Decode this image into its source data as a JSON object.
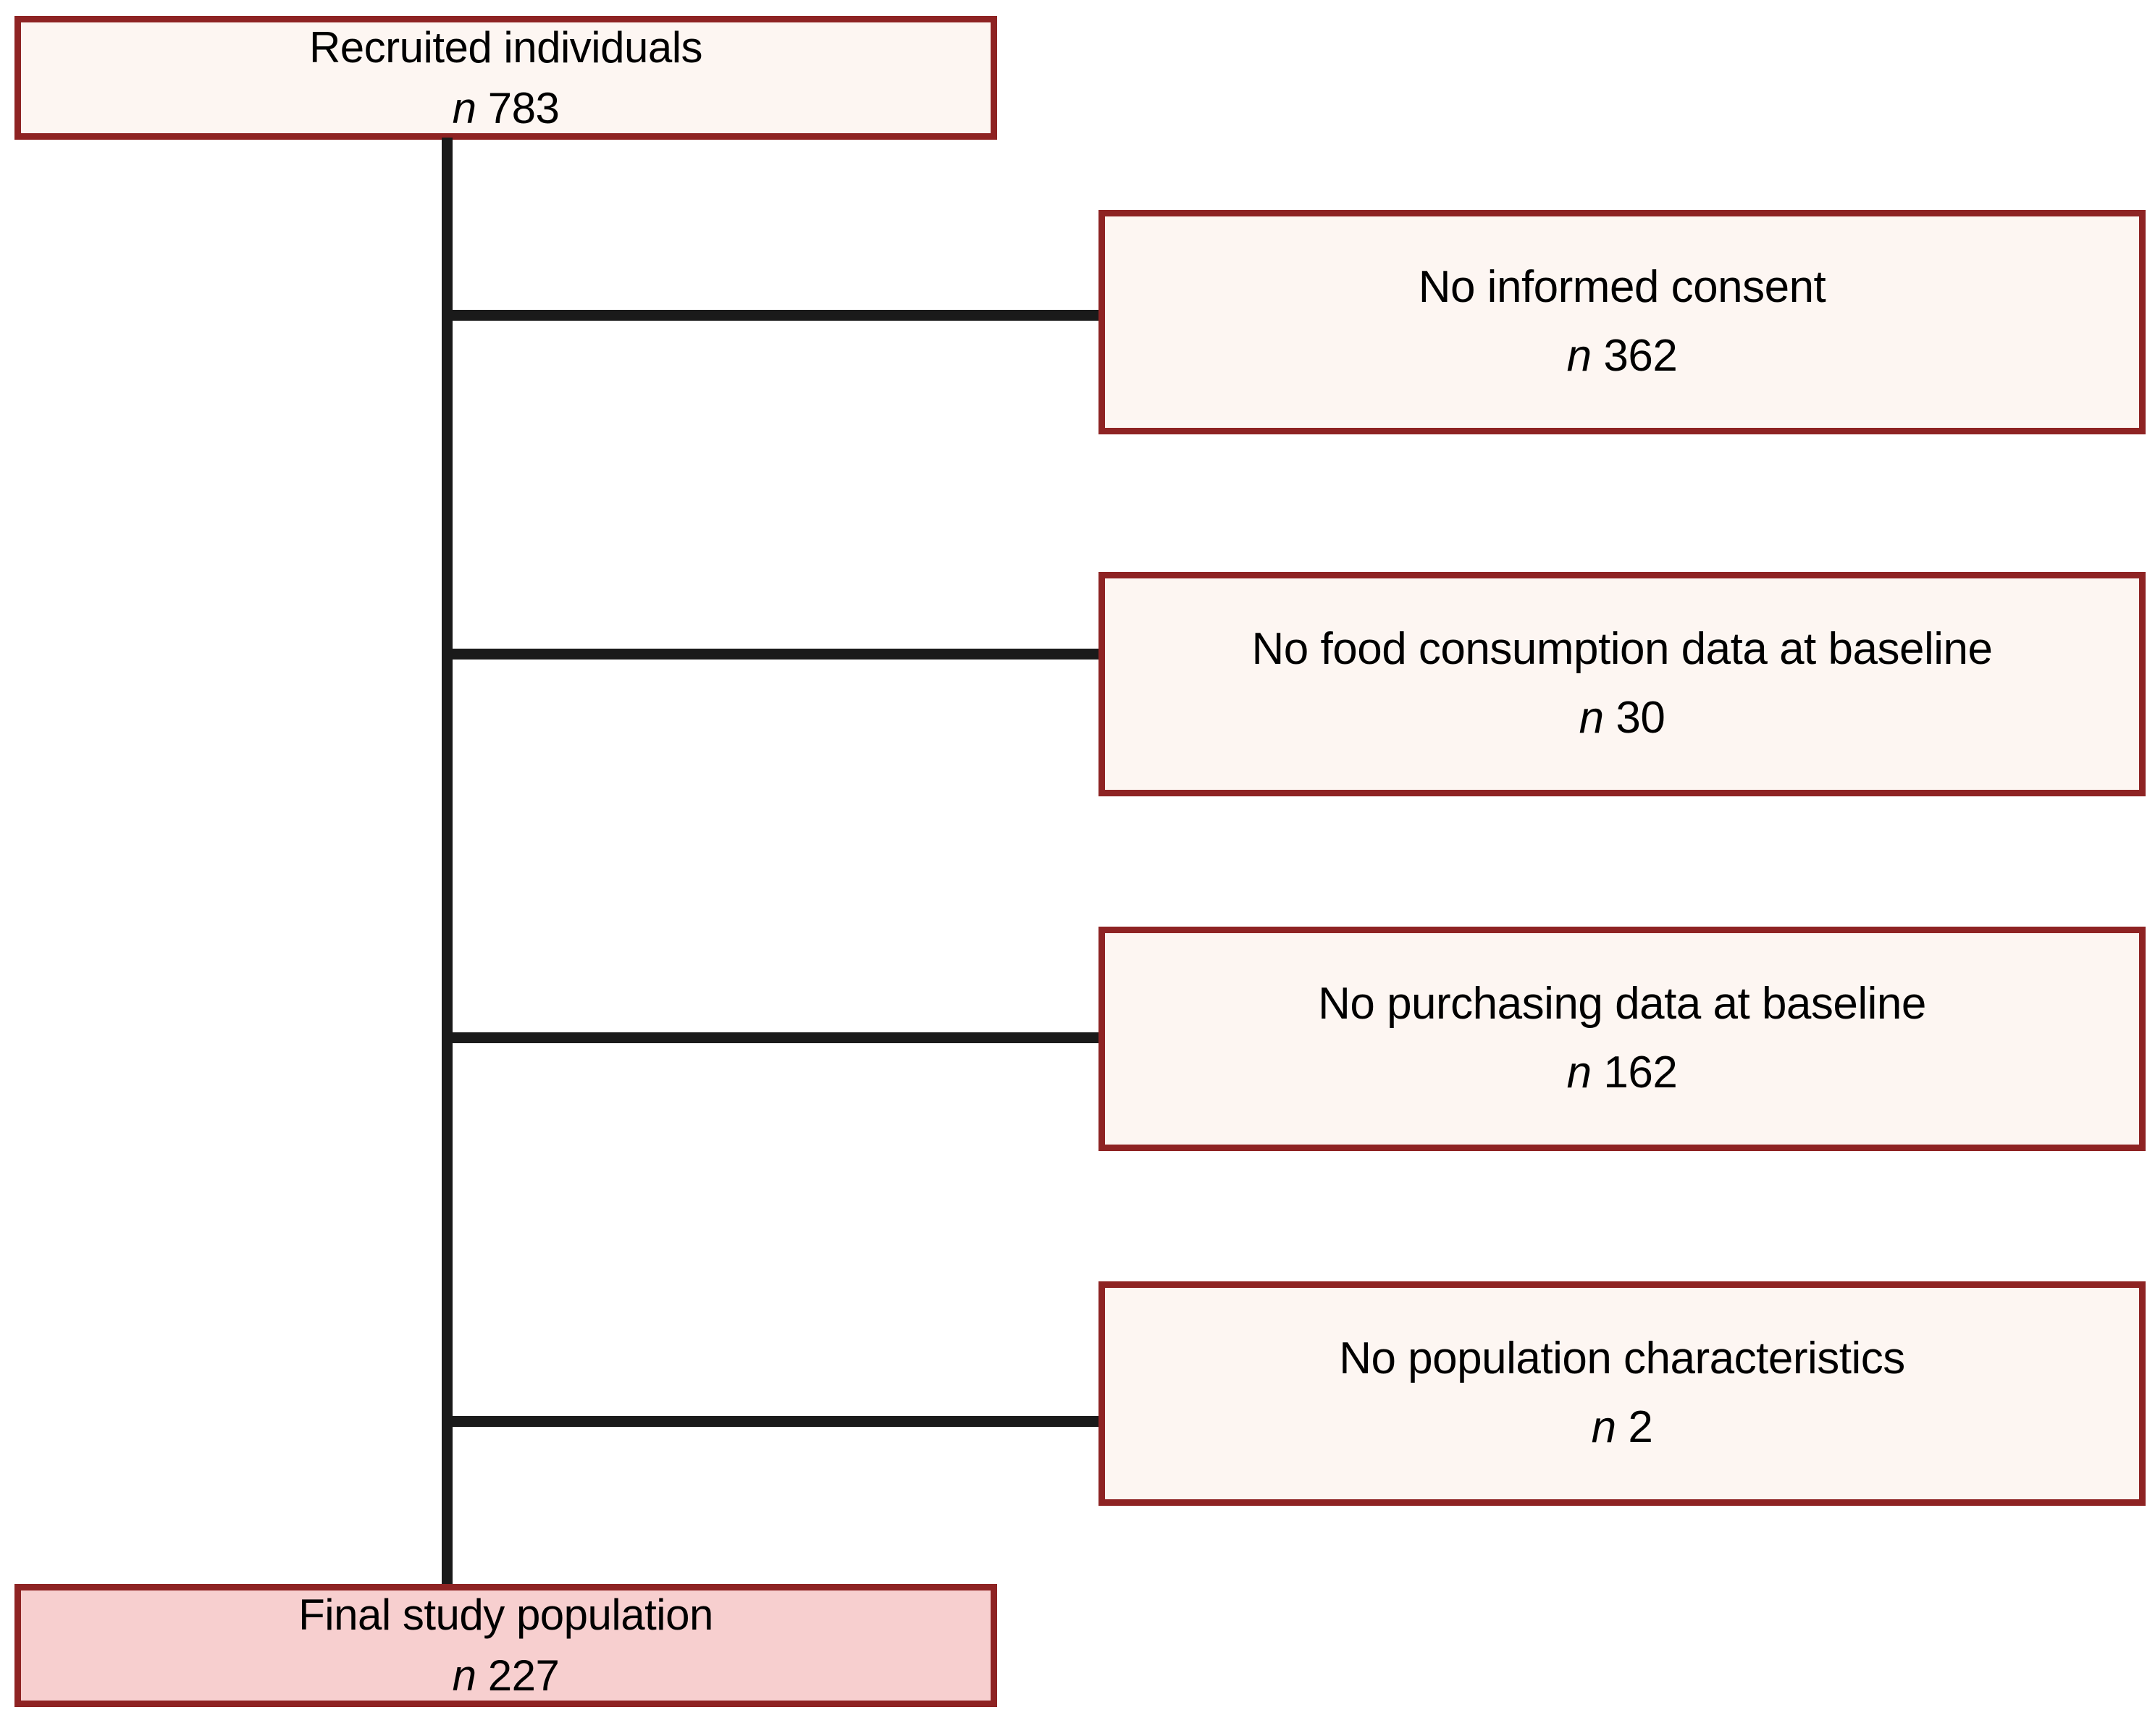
{
  "diagram": {
    "type": "participant-flow-chart",
    "colors": {
      "border": "#8e2323",
      "fill_default": "#fdf6f2",
      "fill_final": "#f7cfcf",
      "connector": "#1a1a1a",
      "background": "#ffffff"
    },
    "top_node": {
      "label": "Recruited individuals",
      "n_symbol": "n",
      "n_value": "783"
    },
    "exclusions": [
      {
        "label": "No informed consent",
        "n_symbol": "n",
        "n_value": "362"
      },
      {
        "label": "No food consumption data at baseline",
        "n_symbol": "n",
        "n_value": "30"
      },
      {
        "label": "No purchasing data at baseline",
        "n_symbol": "n",
        "n_value": "162"
      },
      {
        "label": "No population characteristics",
        "n_symbol": "n",
        "n_value": "2"
      }
    ],
    "bottom_node": {
      "label": "Final study population",
      "n_symbol": "n",
      "n_value": "227"
    }
  }
}
